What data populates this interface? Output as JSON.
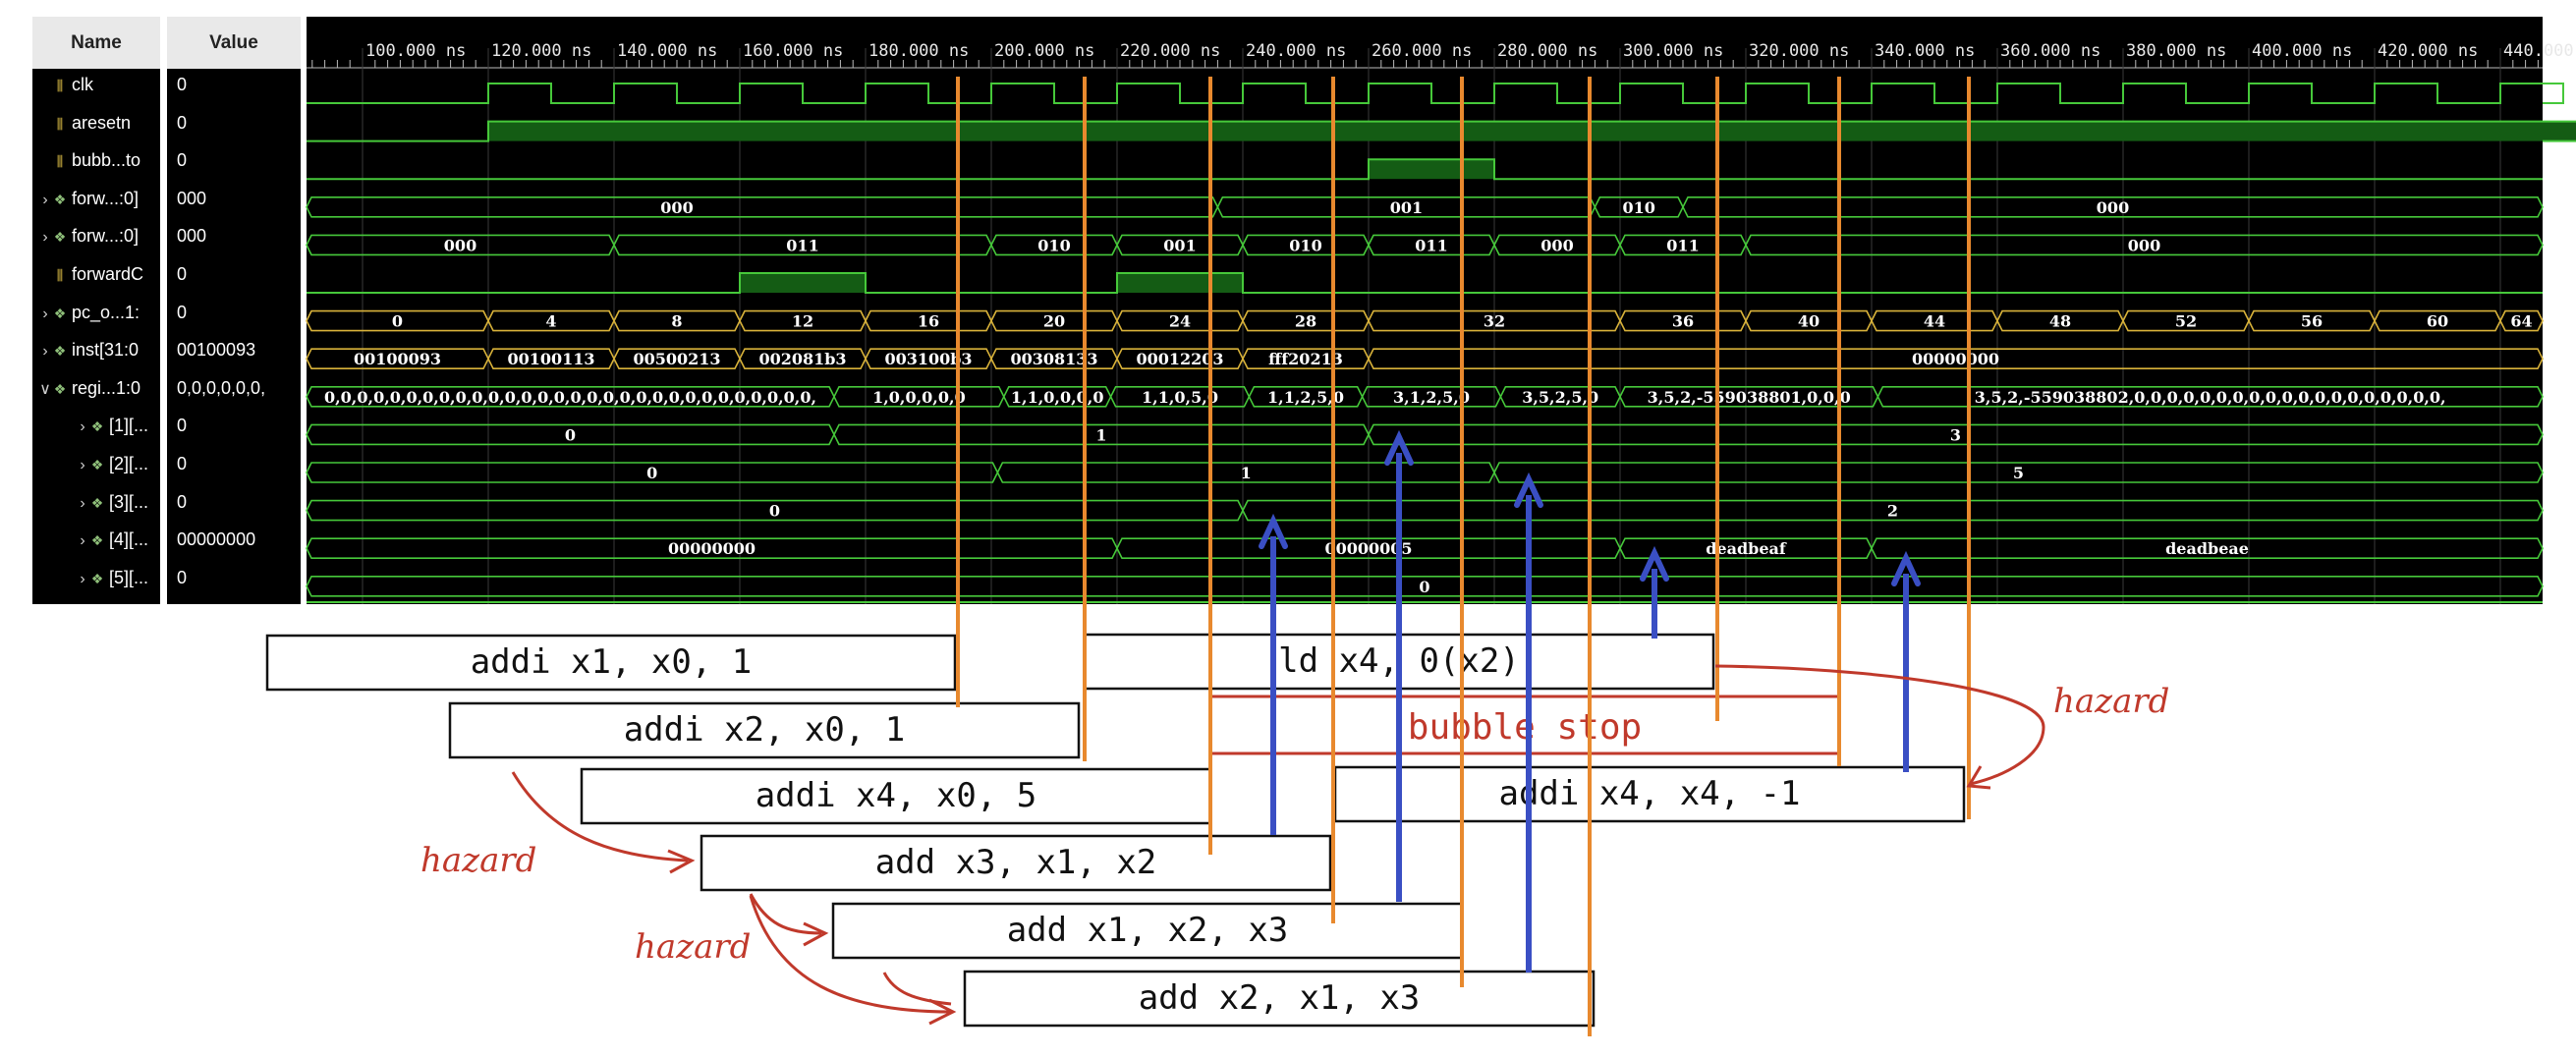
{
  "headers": {
    "name": "Name",
    "value": "Value"
  },
  "signals": [
    {
      "name": "clk",
      "value": "0",
      "icon": "bit-signal-icon",
      "expandable": false,
      "indent": 0
    },
    {
      "name": "aresetn",
      "value": "0",
      "icon": "bit-signal-icon",
      "expandable": false,
      "indent": 0
    },
    {
      "name": "bubb...to",
      "value": "0",
      "icon": "bit-signal-icon",
      "expandable": false,
      "indent": 0
    },
    {
      "name": "forw...:0]",
      "value": "000",
      "icon": "bus-signal-icon",
      "expandable": true,
      "indent": 0
    },
    {
      "name": "forw...:0]",
      "value": "000",
      "icon": "bus-signal-icon",
      "expandable": true,
      "indent": 0
    },
    {
      "name": "forwardC",
      "value": "0",
      "icon": "bit-signal-icon",
      "expandable": false,
      "indent": 0
    },
    {
      "name": "pc_o...1:",
      "value": "0",
      "icon": "bus-signal-icon",
      "expandable": true,
      "indent": 0
    },
    {
      "name": "inst[31:0",
      "value": "00100093",
      "icon": "bus-signal-icon",
      "expandable": true,
      "indent": 0
    },
    {
      "name": "regi...1:0",
      "value": "0,0,0,0,0,0,",
      "icon": "bus-signal-icon",
      "expandable": true,
      "expanded": true,
      "indent": 0
    },
    {
      "name": "[1][...",
      "value": "0",
      "icon": "bus-signal-icon",
      "expandable": true,
      "indent": 1
    },
    {
      "name": "[2][...",
      "value": "0",
      "icon": "bus-signal-icon",
      "expandable": true,
      "indent": 1
    },
    {
      "name": "[3][...",
      "value": "0",
      "icon": "bus-signal-icon",
      "expandable": true,
      "indent": 1
    },
    {
      "name": "[4][...",
      "value": "00000000",
      "icon": "bus-signal-icon",
      "expandable": true,
      "indent": 1
    },
    {
      "name": "[5][...",
      "value": "0",
      "icon": "bus-signal-icon",
      "expandable": true,
      "indent": 1
    }
  ],
  "time_axis": {
    "unit": "ns",
    "labels": [
      "100.000 ns",
      "120.000 ns",
      "140.000 ns",
      "160.000 ns",
      "180.000 ns",
      "200.000 ns",
      "220.000 ns",
      "240.000 ns",
      "260.000 ns",
      "280.000 ns",
      "300.000 ns",
      "320.000 ns",
      "340.000 ns",
      "360.000 ns",
      "380.000 ns",
      "400.000 ns",
      "420.000 ns",
      "440.000"
    ]
  },
  "waveforms": {
    "bubble_high": [
      [
        260,
        280
      ]
    ],
    "forwardC_high": [
      [
        160,
        180
      ],
      [
        220,
        240
      ]
    ],
    "forw1": [
      {
        "t0": 80,
        "t1": 236,
        "label": ""
      },
      {
        "t0": 236,
        "t1": 296,
        "label": "001"
      },
      {
        "t0": 296,
        "t1": 310,
        "label": "010"
      },
      {
        "t0": 310,
        "t1": 450,
        "label": "000"
      }
    ],
    "forw1_extra_label": "000",
    "forw2": [
      {
        "t0": 80,
        "t1": 140,
        "label": "000"
      },
      {
        "t0": 140,
        "t1": 200,
        "label": "011"
      },
      {
        "t0": 200,
        "t1": 220,
        "label": "010"
      },
      {
        "t0": 220,
        "t1": 240,
        "label": "001"
      },
      {
        "t0": 240,
        "t1": 260,
        "label": "010"
      },
      {
        "t0": 260,
        "t1": 280,
        "label": "011"
      },
      {
        "t0": 280,
        "t1": 300,
        "label": "000"
      },
      {
        "t0": 300,
        "t1": 320,
        "label": "011"
      },
      {
        "t0": 320,
        "t1": 450,
        "label": "000"
      }
    ],
    "pc": [
      {
        "t0": 80,
        "t1": 120,
        "label": "0"
      },
      {
        "t0": 120,
        "t1": 140,
        "label": "4"
      },
      {
        "t0": 140,
        "t1": 160,
        "label": "8"
      },
      {
        "t0": 160,
        "t1": 180,
        "label": "12"
      },
      {
        "t0": 180,
        "t1": 200,
        "label": "16"
      },
      {
        "t0": 200,
        "t1": 220,
        "label": "20"
      },
      {
        "t0": 220,
        "t1": 240,
        "label": "24"
      },
      {
        "t0": 240,
        "t1": 260,
        "label": "28"
      },
      {
        "t0": 260,
        "t1": 300,
        "label": "32"
      },
      {
        "t0": 300,
        "t1": 320,
        "label": "36"
      },
      {
        "t0": 320,
        "t1": 340,
        "label": "40"
      },
      {
        "t0": 340,
        "t1": 360,
        "label": "44"
      },
      {
        "t0": 360,
        "t1": 380,
        "label": "48"
      },
      {
        "t0": 380,
        "t1": 400,
        "label": "52"
      },
      {
        "t0": 400,
        "t1": 420,
        "label": "56"
      },
      {
        "t0": 420,
        "t1": 440,
        "label": "60"
      },
      {
        "t0": 440,
        "t1": 450,
        "label": "64"
      }
    ],
    "inst": [
      {
        "t0": 80,
        "t1": 120,
        "label": "00100093"
      },
      {
        "t0": 120,
        "t1": 140,
        "label": "00100113"
      },
      {
        "t0": 140,
        "t1": 160,
        "label": "00500213"
      },
      {
        "t0": 160,
        "t1": 180,
        "label": "002081b3"
      },
      {
        "t0": 180,
        "t1": 200,
        "label": "003100b3"
      },
      {
        "t0": 200,
        "t1": 220,
        "label": "00308133"
      },
      {
        "t0": 220,
        "t1": 240,
        "label": "00012203"
      },
      {
        "t0": 240,
        "t1": 260,
        "label": "fff20213"
      },
      {
        "t0": 260,
        "t1": 450,
        "label": "00000000"
      }
    ],
    "regi": [
      {
        "t0": 80,
        "t1": 175,
        "label": "0,0,0,0,0,0,0,0,0,0,0,0,0,0,0,0,0,0,0,0,0,0,0,0,0,0,0,0,0,0,"
      },
      {
        "t0": 175,
        "t1": 202,
        "label": "1,0,0,0,0,0"
      },
      {
        "t0": 202,
        "t1": 219,
        "label": "1,1,0,0,0,0"
      },
      {
        "t0": 219,
        "t1": 241,
        "label": "1,1,0,5,0"
      },
      {
        "t0": 241,
        "t1": 259,
        "label": "1,1,2,5,0"
      },
      {
        "t0": 259,
        "t1": 281,
        "label": "3,1,2,5,0"
      },
      {
        "t0": 281,
        "t1": 300,
        "label": "3,5,2,5,0"
      },
      {
        "t0": 300,
        "t1": 341,
        "label": "3,5,2,-559038801,0,0,0"
      },
      {
        "t0": 341,
        "t1": 450,
        "label": "3,5,2,-559038802,0,0,0,0,0,0,0,0,0,0,0,0,0,0,0,0,0,0,0,"
      }
    ],
    "r1": [
      {
        "t0": 80,
        "t1": 175,
        "label": "0"
      },
      {
        "t0": 175,
        "t1": 260,
        "label": "1"
      },
      {
        "t0": 260,
        "t1": 450,
        "label": "3"
      }
    ],
    "r2": [
      {
        "t0": 80,
        "t1": 201,
        "label": "0"
      },
      {
        "t0": 201,
        "t1": 280,
        "label": "1"
      },
      {
        "t0": 280,
        "t1": 450,
        "label": "5"
      }
    ],
    "r3": [
      {
        "t0": 80,
        "t1": 240,
        "label": "0"
      },
      {
        "t0": 240,
        "t1": 450,
        "label": "2"
      }
    ],
    "r4": [
      {
        "t0": 80,
        "t1": 220,
        "label": "00000000"
      },
      {
        "t0": 220,
        "t1": 300,
        "label": "00000005"
      },
      {
        "t0": 300,
        "t1": 340,
        "label": "deadbeaf"
      },
      {
        "t0": 340,
        "t1": 450,
        "label": "deadbeae"
      }
    ],
    "r5": [
      {
        "t0": 80,
        "t1": 450,
        "label": "0"
      }
    ]
  },
  "instructions": [
    "addi x1, x0, 1",
    "addi x2, x0, 1",
    "addi x4, x0, 5",
    "add x3, x1, x2",
    "add x1, x2, x3",
    "add x2, x1, x3",
    "ld x4, 0(x2)",
    "addi x4, x4, -1"
  ],
  "annotations": {
    "hazard": "hazard",
    "bubble_stop": "bubble stop"
  },
  "colors": {
    "wave_green": "#46c83a",
    "fill_green": "#145c14",
    "bus_yellow": "#d8b23a",
    "cycle_orange": "#e8892e",
    "arrow_blue": "#3a4fc4",
    "ink_red": "#c0392b"
  }
}
